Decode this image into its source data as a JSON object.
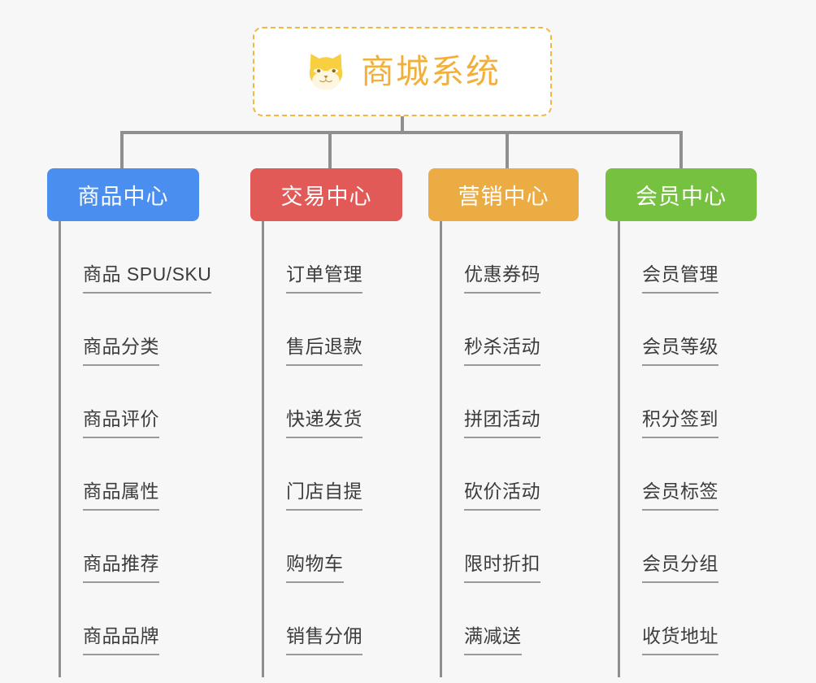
{
  "page": {
    "background_color": "#f7f7f7",
    "connector_color": "#8f8f8f",
    "leaf_text_color": "#3c3c3c",
    "leaf_rule_color": "#9a9a9a"
  },
  "root": {
    "title": "商城系统",
    "icon": "shiba-dog-face-icon",
    "title_color": "#f0b03a",
    "border_color": "#f3b73b",
    "fill_color": "#ffffff"
  },
  "columns": [
    {
      "header": "商品中心",
      "color": "#4a8ef0",
      "items": [
        "商品 SPU/SKU",
        "商品分类",
        "商品评价",
        "商品属性",
        "商品推荐",
        "商品品牌"
      ]
    },
    {
      "header": "交易中心",
      "color": "#e15a58",
      "items": [
        "订单管理",
        "售后退款",
        "快递发货",
        "门店自提",
        "购物车",
        "销售分佣"
      ]
    },
    {
      "header": "营销中心",
      "color": "#eaac43",
      "items": [
        "优惠券码",
        "秒杀活动",
        "拼团活动",
        "砍价活动",
        "限时折扣",
        "满减送"
      ]
    },
    {
      "header": "会员中心",
      "color": "#76c13f",
      "items": [
        "会员管理",
        "会员等级",
        "积分签到",
        "会员标签",
        "会员分组",
        "收货地址"
      ]
    }
  ]
}
